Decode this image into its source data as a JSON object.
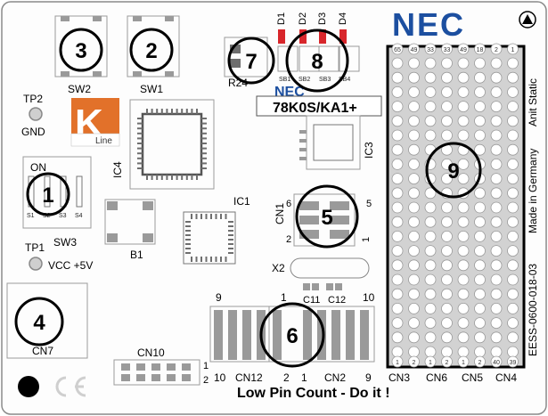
{
  "logo": {
    "brand": "NEC",
    "line_letter": "K",
    "line_text": "Line"
  },
  "top_logo": "NEC",
  "mcu_brand": "NEC",
  "mcu_name": "78K0S/KA1+",
  "static_text": "Anit Static",
  "made_in": "Made in Germany",
  "part_number": "EESS-0600-018-03",
  "footer_text": "Low Pin Count - Do it !",
  "labels": {
    "sw2": "SW2",
    "sw1": "SW1",
    "sw3": "SW3",
    "tp2": "TP2",
    "gnd": "GND",
    "tp1": "TP1",
    "vcc": "VCC +5V",
    "ic1": "IC1",
    "ic3": "IC3",
    "ic4": "IC4",
    "b1": "B1",
    "x2": "X2",
    "r24": "R24",
    "on": "ON",
    "cn1": "CN1",
    "cn7": "CN7",
    "cn10": "CN10",
    "cn12": "CN12",
    "cn2": "CN2",
    "cn3": "CN3",
    "cn6": "CN6",
    "cn5": "CN5",
    "cn4": "CN4",
    "c11": "C11",
    "c12": "C12",
    "d1": "D1",
    "d2": "D2",
    "d3": "D3",
    "d4": "D4",
    "sb1": "SB1",
    "sb2": "SB2",
    "sb3": "SB3",
    "sb4": "SB4",
    "s1": "S1",
    "s2": "S2",
    "s3": "S3",
    "s4": "S4"
  },
  "pin_numbers": {
    "cn1_6": "6",
    "cn1_5": "5",
    "cn1_2": "2",
    "cn1_1": "1",
    "cn12_9": "9",
    "cn12_1": "1",
    "cn12_10": "10",
    "cn12_2": "2",
    "cn2_1": "1",
    "cn2_10": "10",
    "cn2_9": "9",
    "cn2_2": "2",
    "cn10_2": "2",
    "cn10_1": "1"
  },
  "header_top_pins": [
    "65",
    "49",
    "33",
    "33",
    "49",
    "18",
    "2",
    "1"
  ],
  "header_bottom_pins": [
    "1",
    "2",
    "1",
    "2",
    "1",
    "2",
    "40",
    "39"
  ],
  "markers": [
    "1",
    "2",
    "3",
    "4",
    "5",
    "6",
    "7",
    "8",
    "9"
  ]
}
